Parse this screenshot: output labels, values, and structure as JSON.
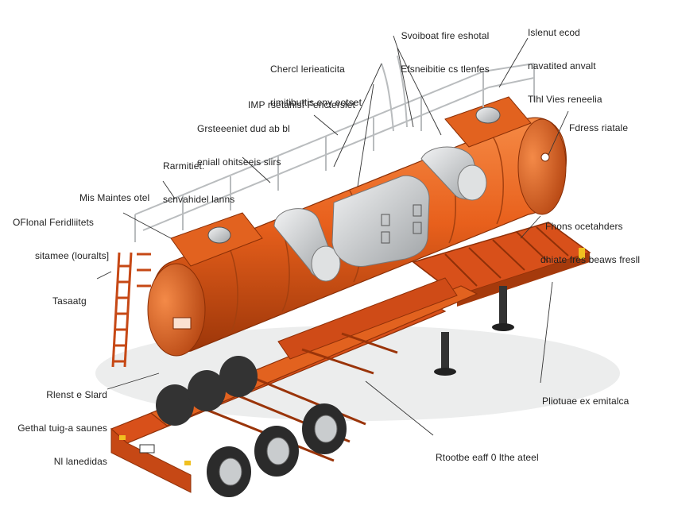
{
  "colors": {
    "tank": "#e8601c",
    "tank_shadow": "#a53a0c",
    "frame": "#d8501a",
    "metal": "#c9ccce",
    "tire": "#2b2b2b",
    "rail": "#b9bcbe",
    "leader": "#333333"
  },
  "labels": [
    {
      "id": "top-center",
      "lines": [
        "Svoiboat fire eshotal",
        "Efsneibitie cs tlenfes"
      ]
    },
    {
      "id": "top-right",
      "lines": [
        "Islenut ecod",
        "navatited anvalt",
        "Tlhl Vies reneelia"
      ]
    },
    {
      "id": "upper-1",
      "lines": [
        "Chercl lerieaticita",
        "rimitibuttis eny eotset"
      ]
    },
    {
      "id": "upper-2",
      "lines": [
        "IMP rsetahisf Fenctersiet"
      ]
    },
    {
      "id": "upper-3",
      "lines": [
        "Grsteeeniet dud ab bl",
        "eniall ohitseeis siirs"
      ]
    },
    {
      "id": "upper-4",
      "lines": [
        "Rarmitiet:",
        "scnvahidel lanns"
      ]
    },
    {
      "id": "left-1",
      "lines": [
        "Mis Maintes otel"
      ]
    },
    {
      "id": "left-2",
      "lines": [
        "OFlonal Feridliitets",
        "sitamee (louralts]"
      ]
    },
    {
      "id": "left-3",
      "lines": [
        "Tasaatg"
      ]
    },
    {
      "id": "left-4",
      "lines": [
        "Rlenst e Slard",
        "Gethal tuig-a saunes",
        "Nl lanedidas"
      ]
    },
    {
      "id": "right-1",
      "lines": [
        "Fdress riatale"
      ]
    },
    {
      "id": "right-2",
      "lines": [
        "Fhons ocetahders",
        "dhiate fres beaws fresll"
      ]
    },
    {
      "id": "right-3",
      "lines": [
        "Pliotuae ex emitalca"
      ]
    },
    {
      "id": "bottom-1",
      "lines": [
        "Rtootbe eaff 0 lthe ateel"
      ]
    }
  ]
}
